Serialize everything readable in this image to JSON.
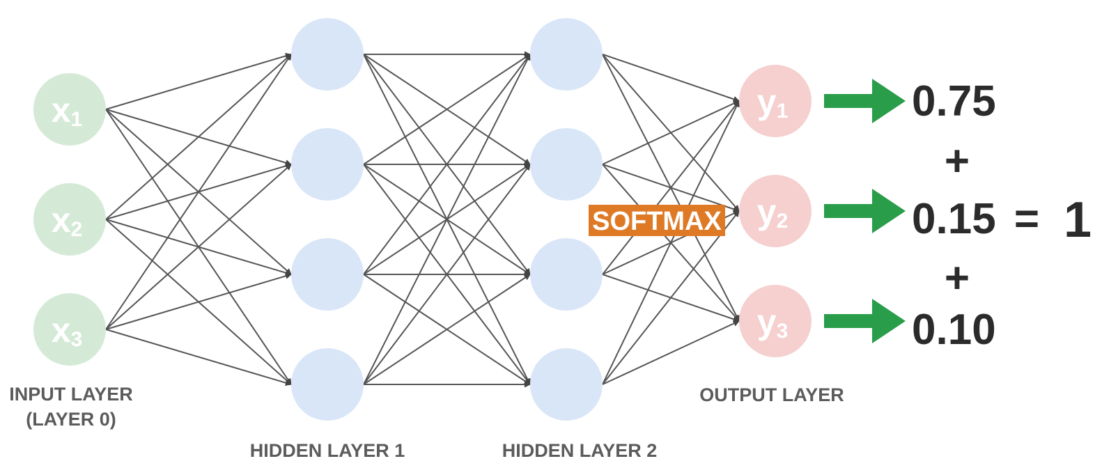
{
  "nodes": {
    "input": [
      {
        "main": "x",
        "sub": "1"
      },
      {
        "main": "x",
        "sub": "2"
      },
      {
        "main": "x",
        "sub": "3"
      }
    ],
    "output": [
      {
        "main": "y",
        "sub": "1"
      },
      {
        "main": "y",
        "sub": "2"
      },
      {
        "main": "y",
        "sub": "3"
      }
    ]
  },
  "captions": {
    "input_line1": "INPUT LAYER",
    "input_line2": "(LAYER 0)",
    "hidden1": "HIDDEN LAYER 1",
    "hidden2": "HIDDEN LAYER 2",
    "output": "OUTPUT LAYER"
  },
  "softmax_label": "SOFTMAX",
  "probabilities": [
    "0.75",
    "0.15",
    "0.10"
  ],
  "plus_sign": "+",
  "equals_sign": "=",
  "sum_value": "1",
  "colors": {
    "input_node": "#d4ead6",
    "hidden_node": "#d8e6f8",
    "output_node": "#f6cfcf",
    "arrow": "#2a9d4a",
    "softmax_bg": "#de7a26",
    "edge": "#555555"
  }
}
